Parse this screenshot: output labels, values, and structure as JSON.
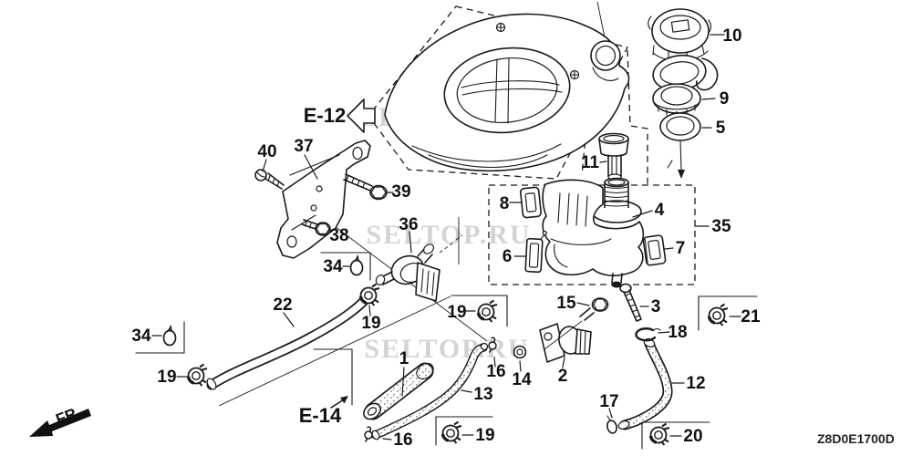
{
  "page": {
    "background_color": "#ffffff",
    "line_color": "#1a1a1a",
    "watermark_color": "#b8b8b8",
    "label_color": "#111111"
  },
  "diagram": {
    "drawing_code": "Z8D0E1700D",
    "watermark_text": "SELTOP.RU",
    "front_direction_label": "FR.",
    "view_refs": {
      "e12": "E-12",
      "e14": "E-14"
    },
    "callouts": {
      "p1": "1",
      "p2": "2",
      "p3": "3",
      "p4": "4",
      "p5": "5",
      "p6": "6",
      "p7": "7",
      "p8": "8",
      "p9": "9",
      "p10": "10",
      "p11": "11",
      "p12": "12",
      "p13": "13",
      "p14": "14",
      "p15": "15",
      "p16": "16",
      "p17": "17",
      "p18": "18",
      "p19": "19",
      "p20": "20",
      "p21": "21",
      "p22": "22",
      "p34": "34",
      "p35": "35",
      "p36": "36",
      "p37": "37",
      "p38": "38",
      "p39": "39",
      "p40": "40"
    }
  }
}
